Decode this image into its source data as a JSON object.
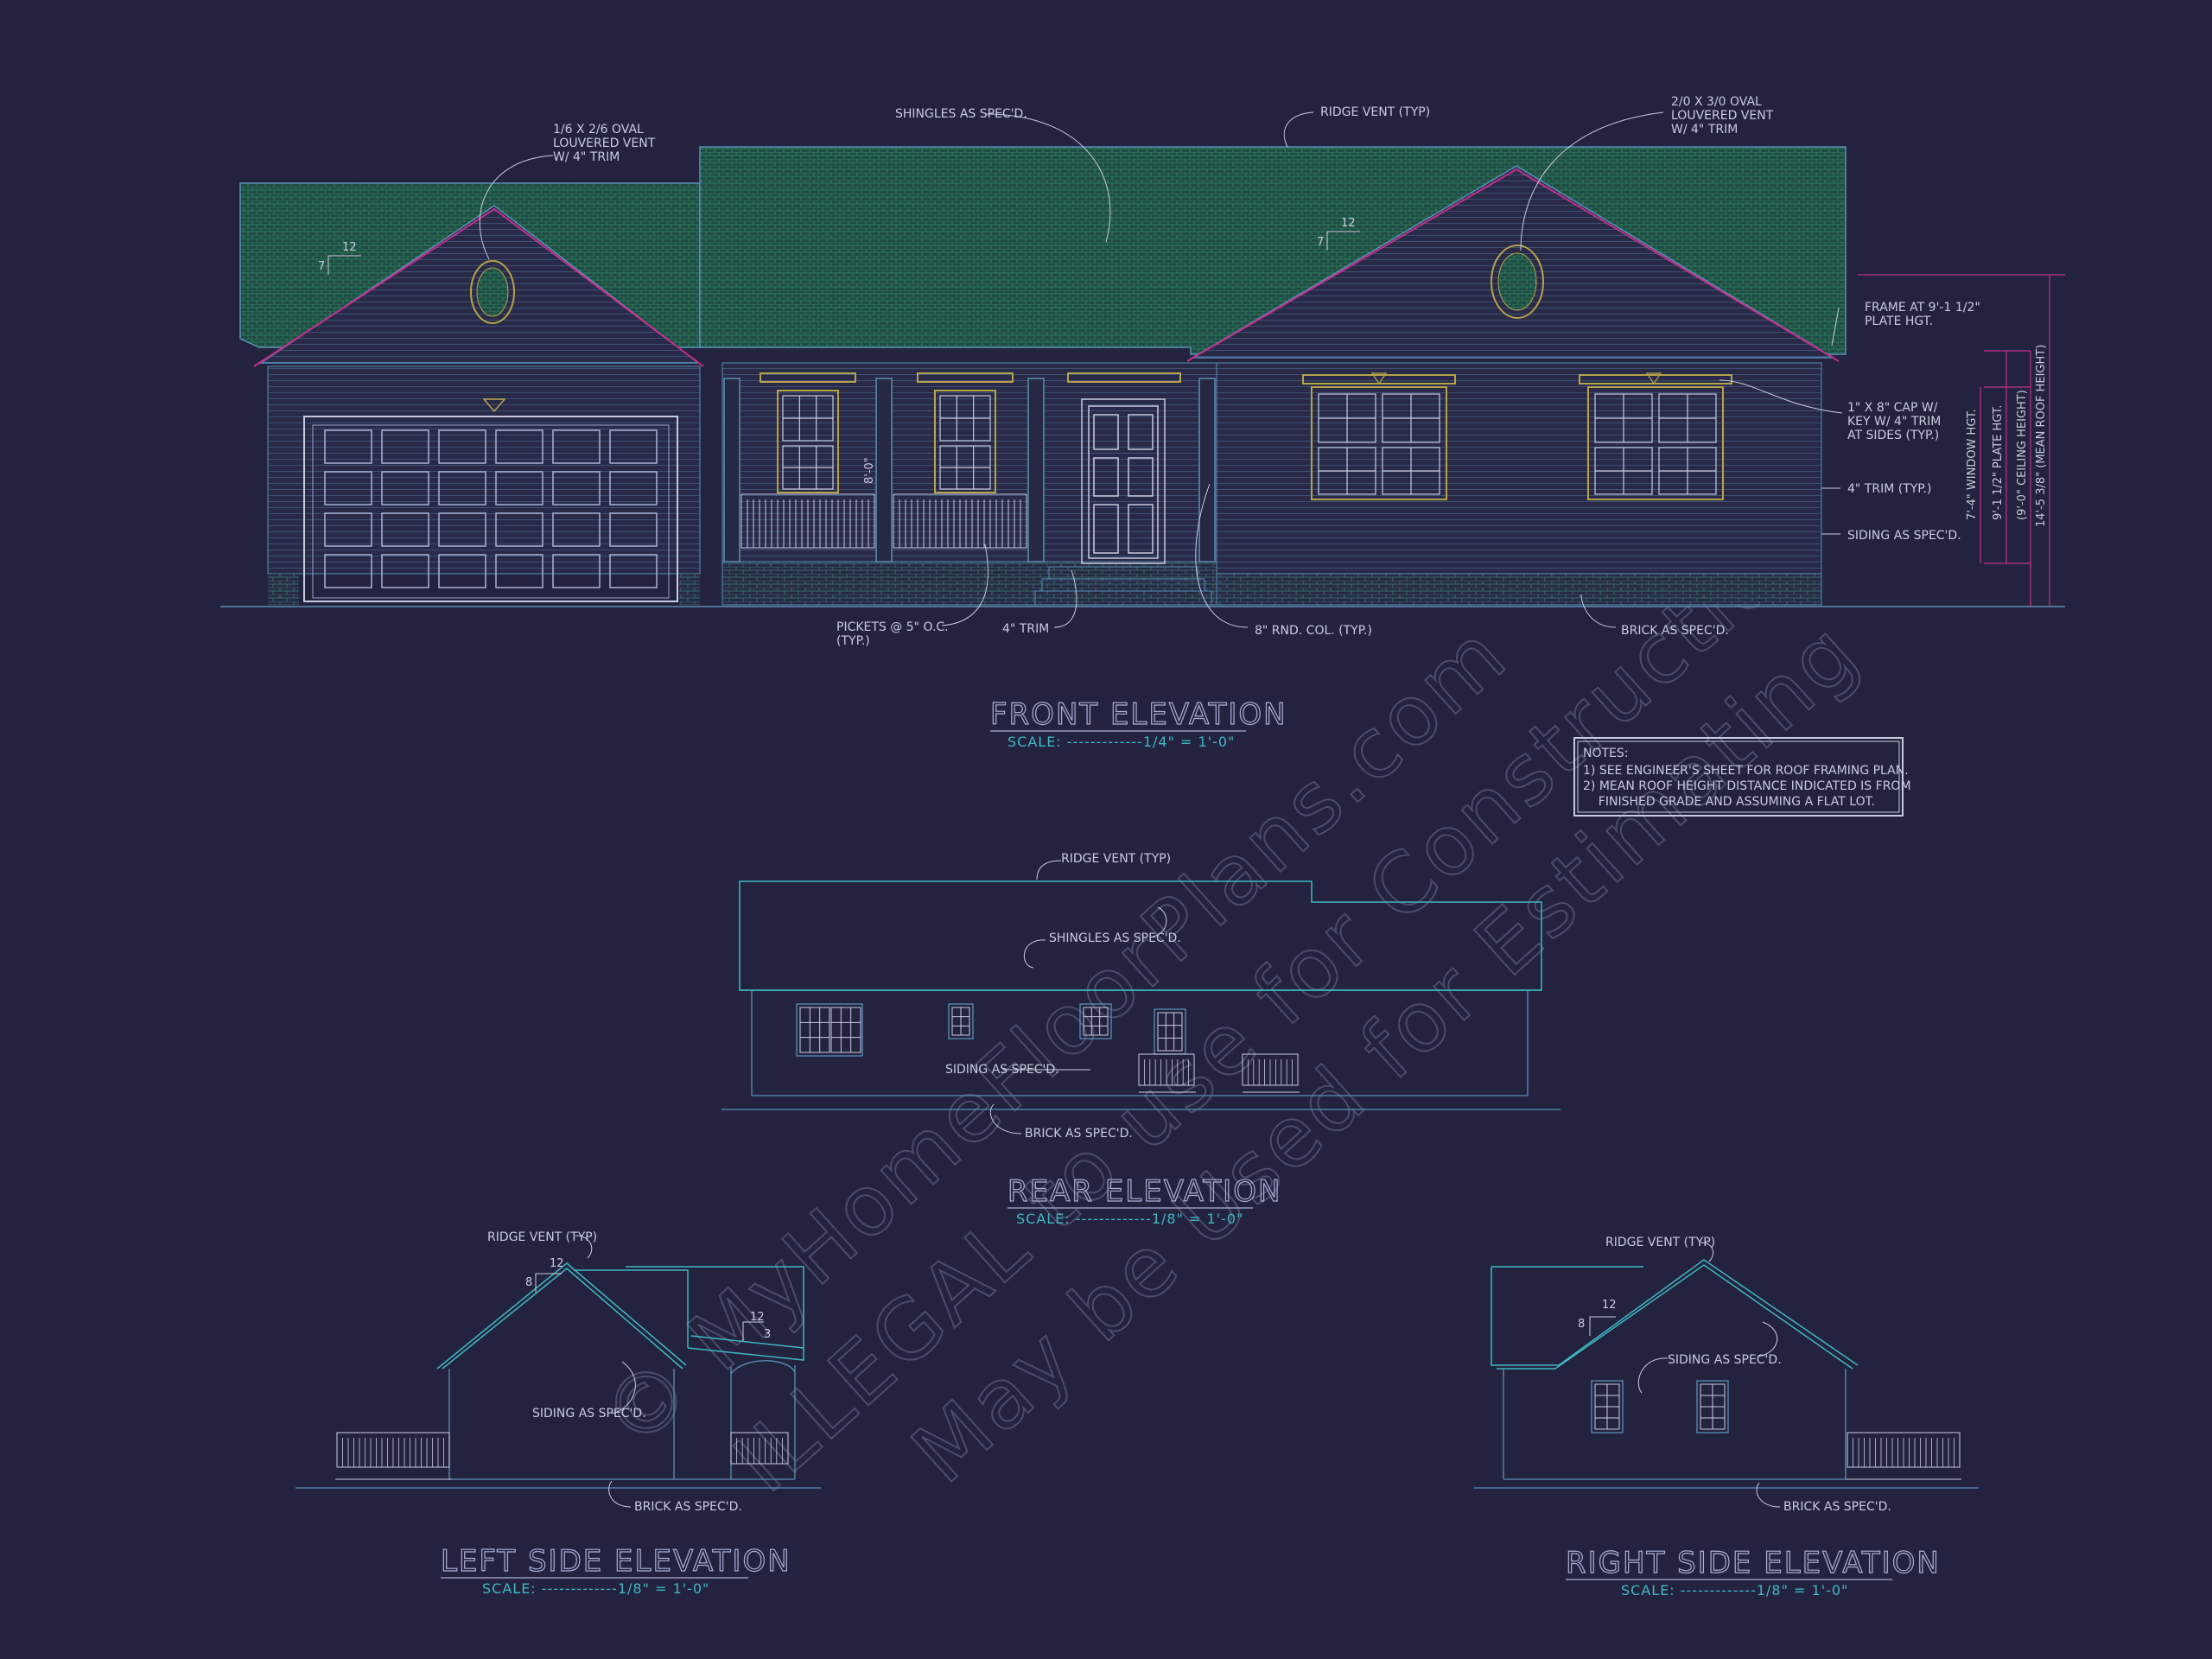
{
  "front": {
    "title": "FRONT ELEVATION",
    "scale": "SCALE: -------------1/4\" = 1'-0\"",
    "notes": {
      "oval_vent_left": [
        "1/6 X 2/6 OVAL",
        "LOUVERED VENT",
        "W/ 4\" TRIM"
      ],
      "shingles": "SHINGLES AS SPEC'D.",
      "ridge_vent": "RIDGE VENT (TYP)",
      "oval_vent_right": [
        "2/0 X 3/0 OVAL",
        "LOUVERED VENT",
        "W/ 4\" TRIM"
      ],
      "frame": [
        "FRAME AT 9'-1 1/2\"",
        "PLATE HGT."
      ],
      "cap": [
        "1\" X 8\" CAP W/",
        "KEY W/ 4\" TRIM",
        "AT SIDES (TYP.)"
      ],
      "trim_typ": "4\" TRIM (TYP.)",
      "siding": "SIDING AS SPEC'D.",
      "pickets": [
        "PICKETS @ 5\" O.C.",
        "(TYP.)"
      ],
      "trim": "4\" TRIM",
      "column": "8\" RND. COL. (TYP.)",
      "brick": "BRICK AS SPEC'D.",
      "porch_height": "8'-0\"",
      "pitch_run": "12",
      "pitch_rise": "7"
    },
    "dims": {
      "window_hgt": "7'-4\" WINDOW HGT.",
      "plate_hgt": "9'-1 1/2\" PLATE HGT.",
      "ceiling_hgt": "(9'-0\" CEILING HEIGHT)",
      "roof_hgt": "14'-5 3/8\" (MEAN ROOF HEIGHT)"
    }
  },
  "notes_box": {
    "heading": "NOTES:",
    "lines": [
      "1) SEE ENGINEER'S SHEET FOR ROOF FRAMING PLAN.",
      "2) MEAN ROOF HEIGHT DISTANCE INDICATED IS FROM",
      "    FINISHED GRADE AND ASSUMING A FLAT LOT."
    ]
  },
  "rear": {
    "title": "REAR ELEVATION",
    "scale": "SCALE: -------------1/8\" = 1'-0\"",
    "ridge_vent": "RIDGE VENT (TYP)",
    "shingles": "SHINGLES AS SPEC'D.",
    "siding": "SIDING AS SPEC'D.",
    "brick": "BRICK AS SPEC'D."
  },
  "left": {
    "title": "LEFT SIDE ELEVATION",
    "scale": "SCALE: -------------1/8\" = 1'-0\"",
    "ridge_vent": "RIDGE VENT (TYP)",
    "siding": "SIDING AS SPEC'D.",
    "brick": "BRICK AS SPEC'D.",
    "pitch_run": "12",
    "pitch_rise": "8",
    "porch_run": "12",
    "porch_rise": "3"
  },
  "right": {
    "title": "RIGHT SIDE ELEVATION",
    "scale": "SCALE: -------------1/8\" = 1'-0\"",
    "ridge_vent": "RIDGE VENT (TYP)",
    "siding": "SIDING AS SPEC'D.",
    "brick": "BRICK AS SPEC'D.",
    "pitch_run": "12",
    "pitch_rise": "8"
  },
  "watermark": {
    "line1": "© MyHomeFloorPlans.com",
    "line2": "ILLEGAL to use for Construction",
    "line3": "May be Used for Estimating"
  },
  "colors": {
    "background": "#23233f",
    "roof": "#1f5a4c",
    "lines": "#5a8fb5",
    "trim": "#b7a34a",
    "cyan": "#3fb7c2",
    "magenta": "#c0308a"
  }
}
